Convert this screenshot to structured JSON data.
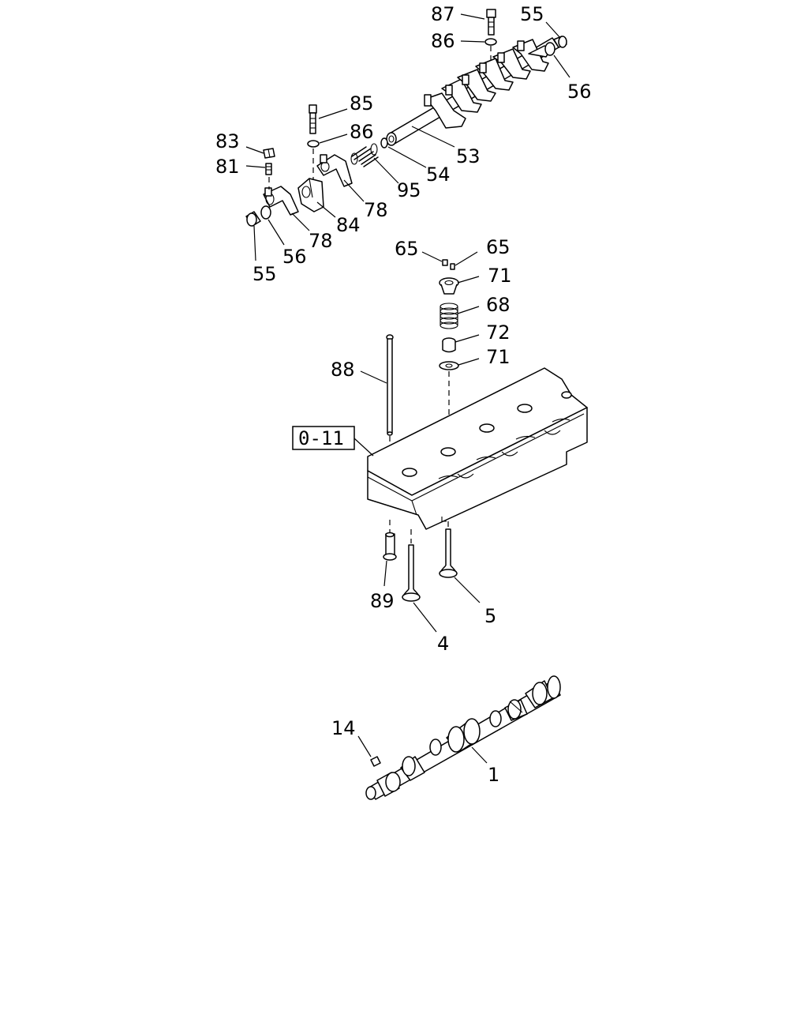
{
  "callouts": {
    "c87": "87",
    "c86a": "86",
    "c55a": "55",
    "c56a": "56",
    "c85": "85",
    "c86b": "86",
    "c83": "83",
    "c81": "81",
    "c53": "53",
    "c54": "54",
    "c95": "95",
    "c78a": "78",
    "c84": "84",
    "c78b": "78",
    "c56b": "56",
    "c55b": "55",
    "c65a": "65",
    "c65b": "65",
    "c71a": "71",
    "c68": "68",
    "c72": "72",
    "c71b": "71",
    "c88": "88",
    "c89": "89",
    "c5": "5",
    "c4": "4",
    "c14": "14",
    "c1": "1"
  },
  "reference_box": "0-11"
}
